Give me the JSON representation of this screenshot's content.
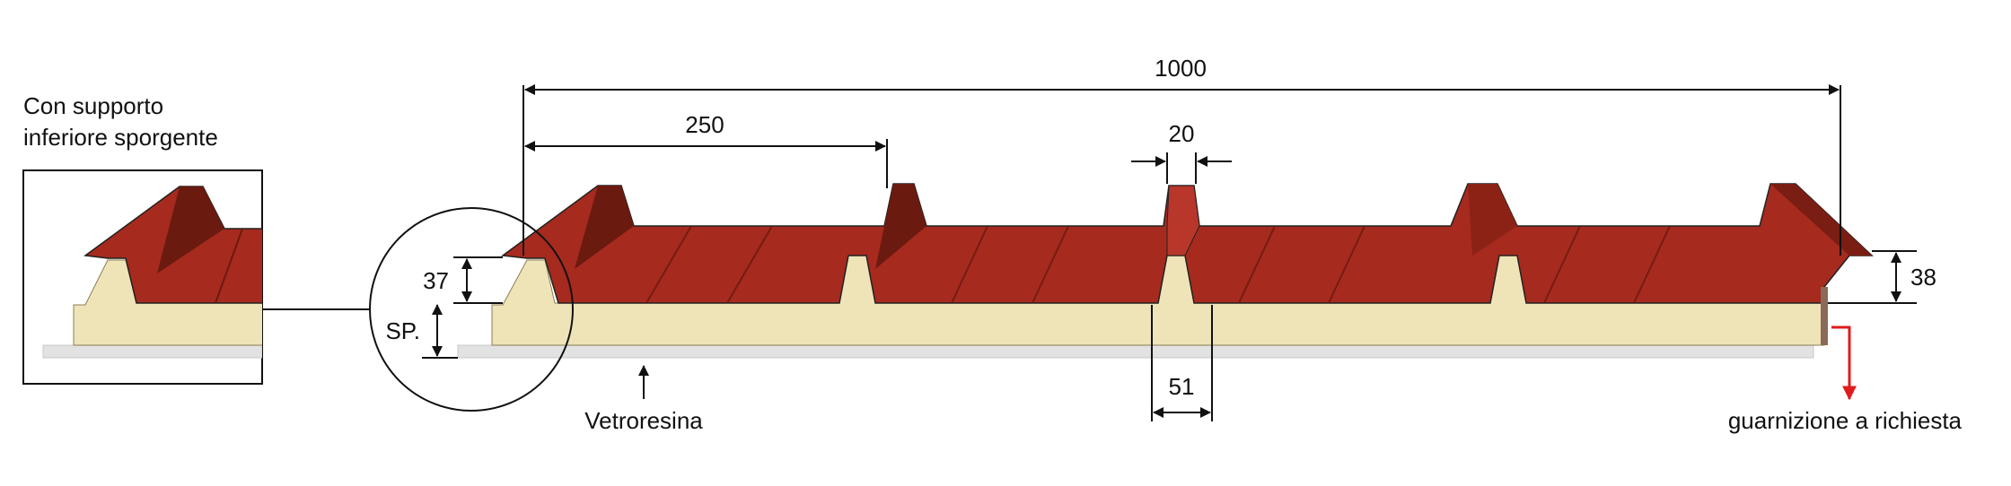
{
  "callout": {
    "line1": "Con supporto",
    "line2": "inferiore sporgente"
  },
  "dimensions": {
    "overall_width": "1000",
    "rib_pitch": "250",
    "rib_top_width": "20",
    "rib_base_width": "51",
    "rib_height": "37",
    "edge_height": "38",
    "thickness": "SP."
  },
  "labels": {
    "bottom_layer": "Vetroresina",
    "gasket": "guarnizione a richiesta"
  },
  "colors": {
    "sheet_red": "#a62a1e",
    "sheet_dark": "#6b1a0f",
    "foam": "#efe3b8",
    "bottom_layer": "#e2e2e2",
    "gasket_arrow": "#e01b1b"
  }
}
